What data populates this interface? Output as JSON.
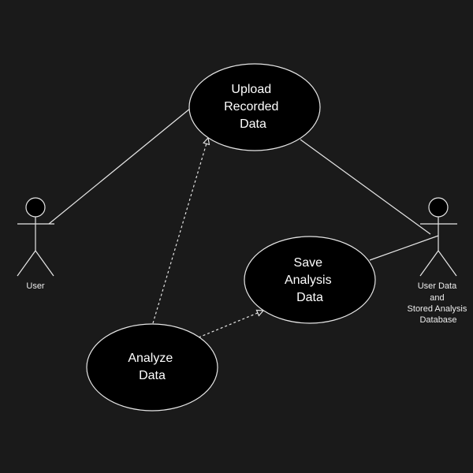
{
  "diagram": {
    "colors": {
      "background": "#1a1a1a",
      "stroke": "#e6e6e6",
      "usecase_fill": "#000000",
      "text": "#ffffff"
    },
    "actors": {
      "user": {
        "label_lines": [
          "User"
        ]
      },
      "database": {
        "label_lines": [
          "User Data",
          "and",
          "Stored Analysis",
          "Database"
        ]
      }
    },
    "use_cases": {
      "upload": {
        "label_lines": [
          "Upload",
          "Recorded",
          "Data"
        ]
      },
      "save": {
        "label_lines": [
          "Save",
          "Analysis",
          "Data"
        ]
      },
      "analyze": {
        "label_lines": [
          "Analyze",
          "Data"
        ]
      }
    },
    "relationships": [
      {
        "from": "user",
        "to": "upload",
        "kind": "association"
      },
      {
        "from": "database",
        "to": "upload",
        "kind": "association"
      },
      {
        "from": "database",
        "to": "save",
        "kind": "association"
      },
      {
        "from": "analyze",
        "to": "upload",
        "kind": "dependency"
      },
      {
        "from": "analyze",
        "to": "save",
        "kind": "dependency"
      }
    ]
  }
}
